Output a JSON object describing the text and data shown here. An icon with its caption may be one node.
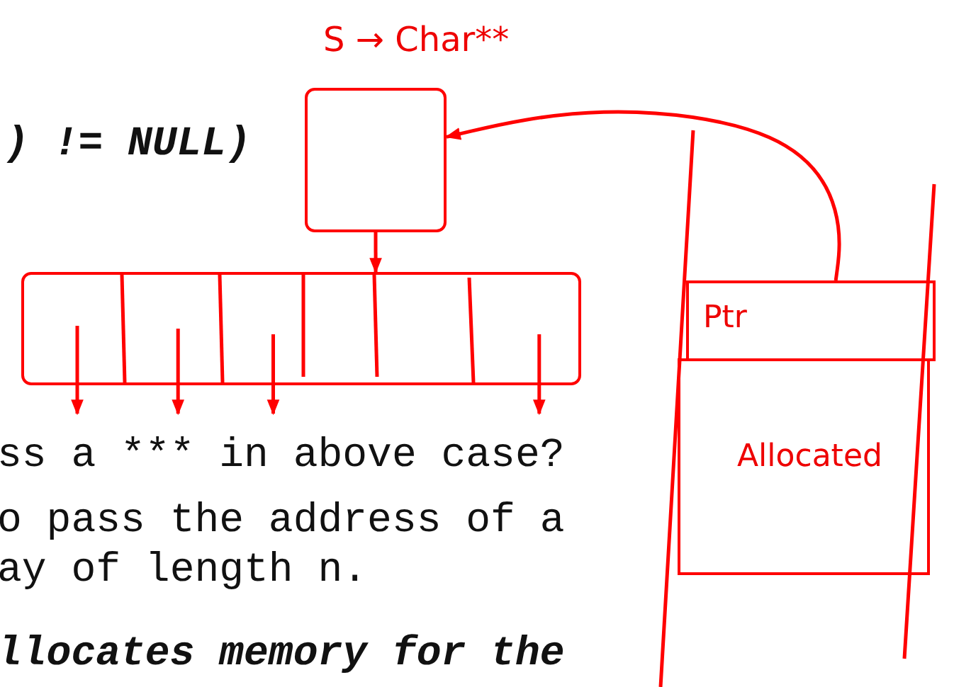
{
  "diagram": {
    "nodes": [
      {
        "text": [],
        "shape": "box",
        "beside": [
          "S → Char**"
        ]
      },
      {
        "text": [],
        "shape": "box"
      },
      {
        "text": [
          "Ptr"
        ]
      },
      {
        "text": [
          "Allocated"
        ]
      }
    ],
    "edges": [
      {
        "from": 2,
        "to": 0,
        "arrow": "to"
      },
      {
        "from": 0,
        "to": 1,
        "arrow": "to"
      }
    ],
    "labels": [
      ") != NULL)",
      "ss a *** in above case?",
      "o pass the address of a",
      "ay of length n.",
      "llocates memory for the"
    ]
  }
}
